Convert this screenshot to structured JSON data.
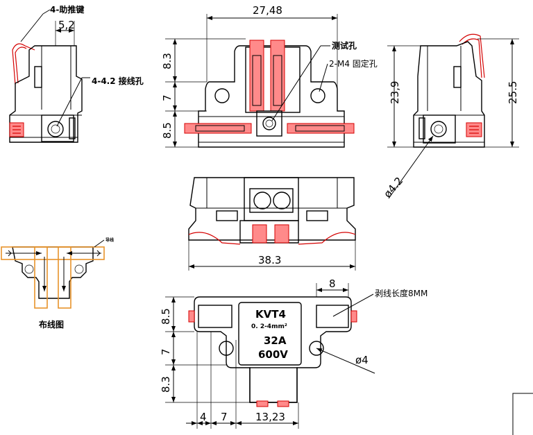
{
  "annotations": {
    "release_lever": "4-助推键",
    "wire_hole": "4-4.2 接线孔",
    "test_hole": "测试孔",
    "mount_hole": "2-M4 固定孔",
    "wire_label": "导线",
    "wiring_diagram": "布线图",
    "strip_length": "剥线长度8MM"
  },
  "dimensions": {
    "left_width": "5,2",
    "top_width": "27,48",
    "h_8_3_a": "8.3",
    "h_7_a": "7",
    "h_8_5_a": "8.5",
    "h_23_9": "23,9",
    "h_25_5": "25.5",
    "dia_4_2": "ø4.2",
    "bottom_width": "38.3",
    "strip_8": "8",
    "h_8_5_b": "8.5",
    "h_7_b": "7",
    "h_8_3_b": "8.3",
    "dia_4": "ø4",
    "w_4": "4",
    "w_7": "7",
    "w_13_23": "13,23"
  },
  "product": {
    "model": "KVT4",
    "range_prefix": "0. 2-4",
    "range_unit": "mm²",
    "current": "32A",
    "voltage": "600V"
  }
}
